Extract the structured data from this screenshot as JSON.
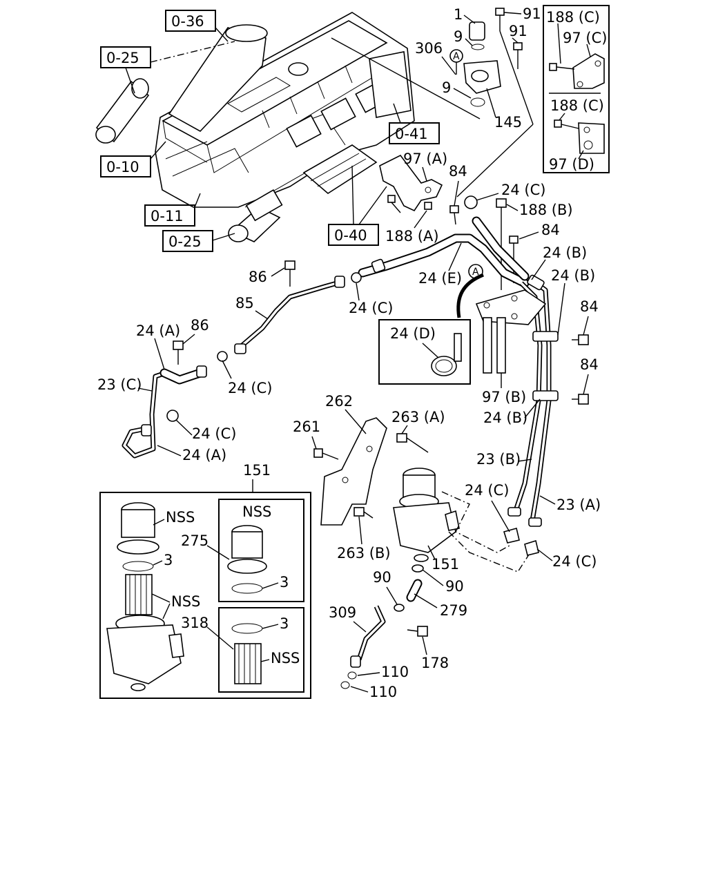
{
  "ref_labels": {
    "r036": "0-36",
    "r025a": "0-25",
    "r010": "0-10",
    "r011": "0-11",
    "r025b": "0-25",
    "r041": "0-41",
    "r040": "0-40"
  },
  "parts": {
    "p1": "1",
    "p91a": "91",
    "p9a": "9",
    "p91b": "91",
    "p306": "306",
    "p9b": "9",
    "p145": "145",
    "p97a": "97 (A)",
    "p84a": "84",
    "p24c_a": "24 (C)",
    "p188b": "188 (B)",
    "p188a": "188 (A)",
    "p84b": "84",
    "p24b_a": "24 (B)",
    "p24e": "24 (E)",
    "p24b_b": "24 (B)",
    "p86a": "86",
    "p85": "85",
    "p24c_b": "24 (C)",
    "p84c": "84",
    "p24d": "24 (D)",
    "p84d": "84",
    "p24a_a": "24 (A)",
    "p86b": "86",
    "p23c": "23 (C)",
    "p24c_c": "24 (C)",
    "p97b": "97 (B)",
    "p24b_c": "24 (B)",
    "p24c_d": "24 (C)",
    "p24a_b": "24 (A)",
    "p262": "262",
    "p263a": "263 (A)",
    "p261": "261",
    "p23b": "23 (B)",
    "p151a": "151",
    "p24c_e": "24 (C)",
    "p23a": "23 (A)",
    "p263b": "263 (B)",
    "p151b": "151",
    "p24c_f": "24 (C)",
    "p90a": "90",
    "p90b": "90",
    "p279": "279",
    "p309": "309",
    "p178": "178",
    "p110a": "110",
    "p110b": "110",
    "nss1": "NSS",
    "p3a": "3",
    "nss2": "NSS",
    "nss3": "NSS",
    "p275": "275",
    "p3b": "3",
    "p318": "318",
    "p3c": "3",
    "nss4": "NSS"
  },
  "inset_top": {
    "p188c1": "188 (C)",
    "p97c": "97 (C)",
    "p188c2": "188 (C)",
    "p97d": "97 (D)"
  },
  "markers": {
    "a1": "A",
    "a2": "A"
  }
}
